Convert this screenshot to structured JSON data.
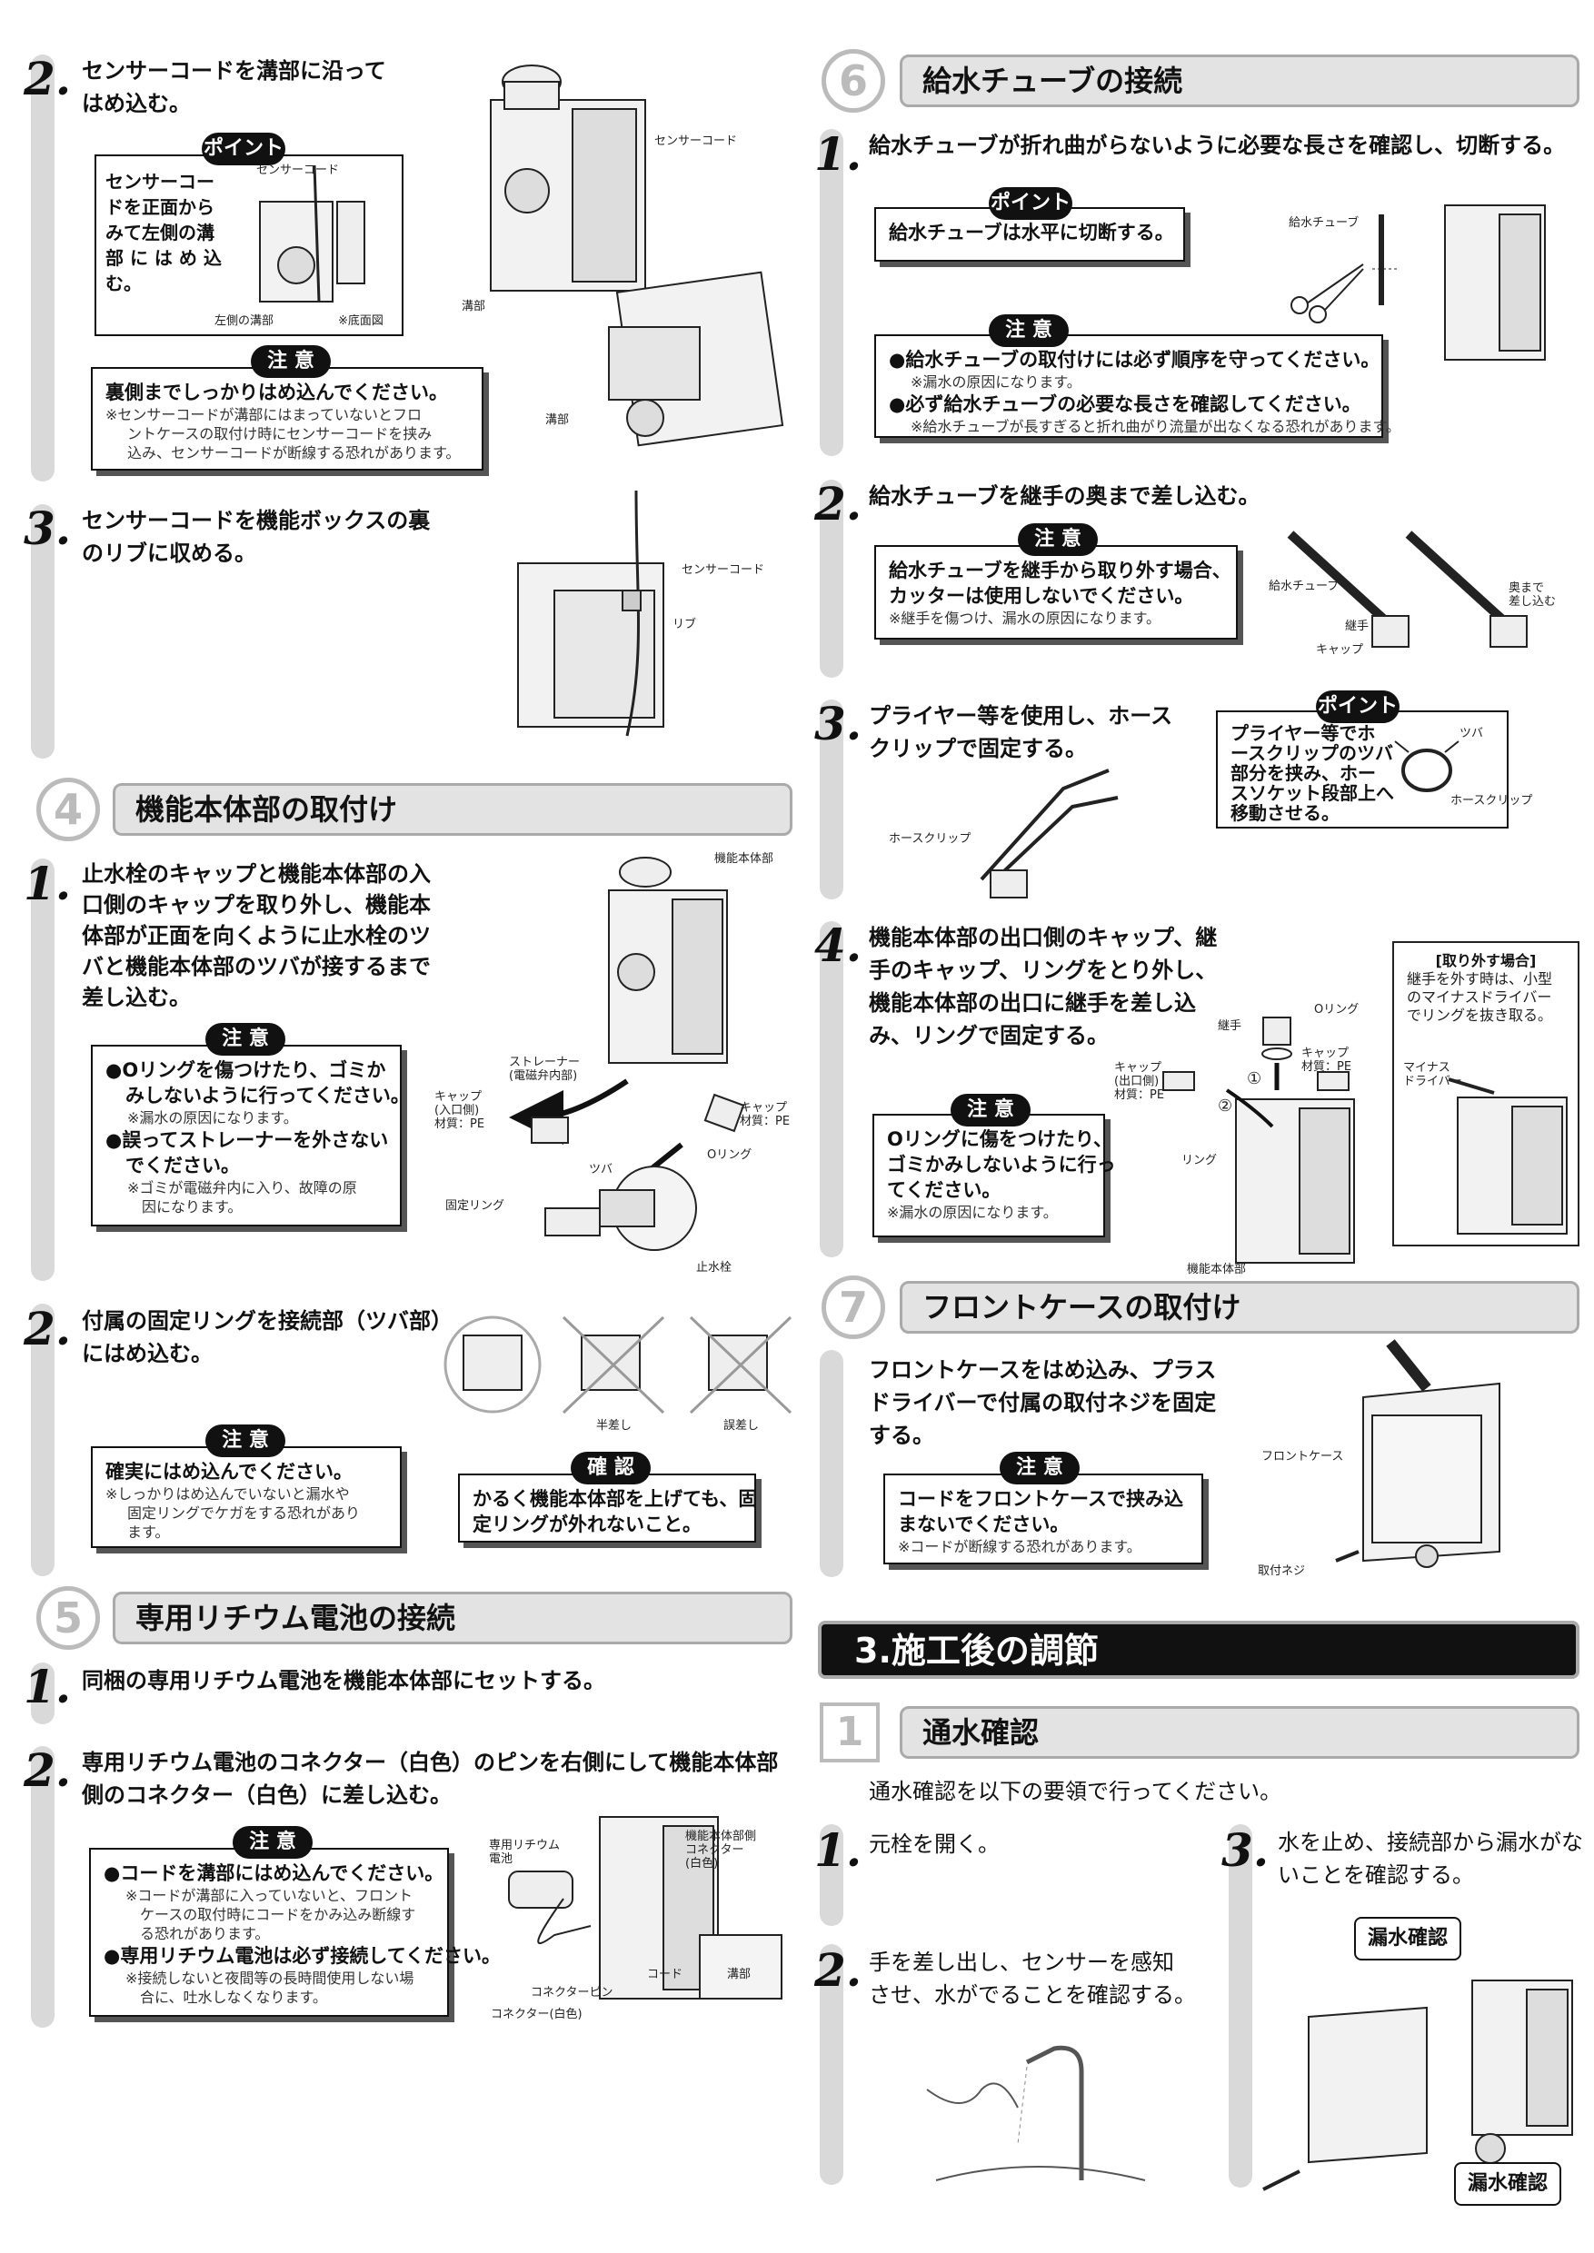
{
  "s2": {
    "step2": {
      "num": "2.",
      "line1": "センサーコードを溝部に沿って",
      "line2": "はめ込む。"
    },
    "point": {
      "badge": "ポイント",
      "t1": "センサーコー",
      "t2": "ドを正面から",
      "t3": "みて左側の溝",
      "t4": "部 に は め 込",
      "t5": "む。",
      "lbl_sensor": "センサーコード",
      "lbl_left": "左側の溝部",
      "lbl_bottom": "※底面図"
    },
    "fig_labels": {
      "sensor": "センサーコード",
      "groove": "溝部",
      "groove2": "溝部"
    },
    "caution": {
      "badge": "注 意",
      "b1": "裏側までしっかりはめ込んでください。",
      "n1": "※センサーコードが溝部にはまっていないとフロ",
      "n2": "ントケースの取付け時にセンサーコードを挟み",
      "n3": "込み、センサーコードが断線する恐れがあります。"
    },
    "step3": {
      "num": "3.",
      "line1": "センサーコードを機能ボックスの裏",
      "line2": "のリブに収める。",
      "lbl_sensor": "センサーコード",
      "lbl_rib": "リブ"
    }
  },
  "sec4": {
    "num": "4",
    "title": "機能本体部の取付け",
    "step1": {
      "num": "1.",
      "l1": "止水栓のキャップと機能本体部の入",
      "l2": "口側のキャップを取り外し、機能本",
      "l3": "体部が正面を向くように止水栓のツ",
      "l4": "バと機能本体部のツバが接するまで",
      "l5": "差し込む。"
    },
    "caution": {
      "badge": "注 意",
      "b1": "●Oリングを傷つけたり、ゴミか",
      "b2": "みしないように行ってください。",
      "n1": "※漏水の原因になります。",
      "b3": "●誤ってストレーナーを外さない",
      "b4": "でください。",
      "n2": "※ゴミが電磁弁内に入り、故障の原",
      "n3": "因になります。"
    },
    "labels": {
      "body": "機能本体部",
      "strainer": "ストレーナー",
      "strainer2": "(電磁弁内部)",
      "cap_in": "キャップ",
      "cap_in2": "(入口側)",
      "cap_in3": "材質：PE",
      "cap": "キャップ",
      "cap_mat": "材質：PE",
      "tsuba": "ツバ",
      "oring": "Oリング",
      "ring": "固定リング",
      "valve": "止水栓"
    },
    "step2": {
      "num": "2.",
      "l1": "付属の固定リングを接続部（ツバ部）",
      "l2": "にはめ込む。",
      "half": "半差し",
      "wrong": "誤差し"
    },
    "caution2": {
      "badge": "注 意",
      "b1": "確実にはめ込んでください。",
      "n1": "※しっかりはめ込んでいないと漏水や",
      "n2": "固定リングでケガをする恐れがあり",
      "n3": "ます。"
    },
    "confirm": {
      "badge": "確 認",
      "b1": "かるく機能本体部を上げても、固",
      "b2": "定リングが外れないこと。"
    }
  },
  "sec5": {
    "num": "5",
    "title": "専用リチウム電池の接続",
    "step1": {
      "num": "1.",
      "l1": "同梱の専用リチウム電池を機能本体部にセットする。"
    },
    "step2": {
      "num": "2.",
      "l1": "専用リチウム電池のコネクター（白色）のピンを右側にして機能本体部",
      "l2": "側のコネクター（白色）に差し込む。"
    },
    "caution": {
      "badge": "注 意",
      "b1": "●コードを溝部にはめ込んでください。",
      "n1": "※コードが溝部に入っていないと、フロント",
      "n2": "ケースの取付時にコードをかみ込み断線す",
      "n3": "る恐れがあります。",
      "b2": "●専用リチウム電池は必ず接続してください。",
      "n4": "※接続しないと夜間等の長時間使用しない場",
      "n5": "合に、吐水しなくなります。"
    },
    "labels": {
      "battery": "専用リチウム",
      "battery2": "電池",
      "conn_body": "機能本体部側",
      "conn_body2": "コネクター",
      "conn_body3": "(白色)",
      "pin": "コネクターピン",
      "conn_white": "コネクター(白色)",
      "cord": "コード",
      "groove": "溝部"
    }
  },
  "sec6": {
    "num": "6",
    "title": "給水チューブの接続",
    "step1": {
      "num": "1.",
      "l1": "給水チューブが折れ曲がらないように必要な長さを確認し、切断する。"
    },
    "point": {
      "badge": "ポイント",
      "b1": "給水チューブは水平に切断する。"
    },
    "fig1": {
      "tube": "給水チューブ"
    },
    "caution": {
      "badge": "注 意",
      "b1": "●給水チューブの取付けには必ず順序を守ってください。",
      "n1": "※漏水の原因になります。",
      "b2": "●必ず給水チューブの必要な長さを確認してください。",
      "n2": "※給水チューブが長すぎると折れ曲がり流量が出なくなる恐れがあります。"
    },
    "step2": {
      "num": "2.",
      "l1": "給水チューブを継手の奥まで差し込む。"
    },
    "caution2": {
      "badge": "注 意",
      "b1": "給水チューブを継手から取り外す場合、",
      "b2": "カッターは使用しないでください。",
      "n1": "※継手を傷つけ、漏水の原因になります。"
    },
    "fig2": {
      "tube": "給水チューブ",
      "joint": "継手",
      "cap": "キャップ",
      "deep": "奥まで",
      "deep2": "差し込む"
    },
    "step3": {
      "num": "3.",
      "l1": "プライヤー等を使用し、ホース",
      "l2": "クリップで固定する。",
      "clip": "ホースクリップ"
    },
    "point2": {
      "badge": "ポイント",
      "b1": "プライヤー等でホ",
      "b2": "ースクリップのツバ",
      "b3": "部分を挟み、ホー",
      "b4": "スソケット段部上へ",
      "b5": "移動させる。",
      "tsuba": "ツバ",
      "clip": "ホースクリップ"
    },
    "step4": {
      "num": "4.",
      "l1": "機能本体部の出口側のキャップ、継",
      "l2": "手のキャップ、リングをとり外し、",
      "l3": "機能本体部の出口に継手を差し込",
      "l4": "み、リングで固定する。"
    },
    "caution3": {
      "badge": "注 意",
      "b1": "Oリングに傷をつけたり、",
      "b2": "ゴミかみしないように行っ",
      "b3": "てください。",
      "n1": "※漏水の原因になります。"
    },
    "fig4": {
      "joint": "継手",
      "oring": "Oリング",
      "cap": "キャップ",
      "capmat": "材質：PE",
      "capout": "キャップ",
      "capout2": "(出口側)",
      "capout3": "材質：PE",
      "ring": "リング",
      "body": "機能本体部",
      "c1": "①",
      "c2": "②"
    },
    "remove": {
      "title": "[取り外す場合]",
      "l1": "継手を外す時は、小型",
      "l2": "のマイナスドライバー",
      "l3": "でリングを抜き取る。",
      "driver": "マイナス",
      "driver2": "ドライバー"
    }
  },
  "sec7": {
    "num": "7",
    "title": "フロントケースの取付け",
    "l1": "フロントケースをはめ込み、プラス",
    "l2": "ドライバーで付属の取付ネジを固定",
    "l3": "する。",
    "caution": {
      "badge": "注 意",
      "b1": "コードをフロントケースで挟み込",
      "b2": "まないでください。",
      "n1": "※コードが断線する恐れがあります。"
    },
    "labels": {
      "case": "フロントケース",
      "screw": "取付ネジ"
    }
  },
  "part3": {
    "title": "3.施工後の調節",
    "sub": {
      "num": "1",
      "title": "通水確認"
    },
    "intro": "通水確認を以下の要領で行ってください。",
    "step1": {
      "num": "1.",
      "l1": "元栓を開く。"
    },
    "step2": {
      "num": "2.",
      "l1": "手を差し出し、センサーを感知",
      "l2": "させ、水がでることを確認する。"
    },
    "step3": {
      "num": "3.",
      "l1": "水を止め、接続部から漏水がな",
      "l2": "いことを確認する。"
    },
    "leak1": "漏水確認",
    "leak2": "漏水確認"
  }
}
